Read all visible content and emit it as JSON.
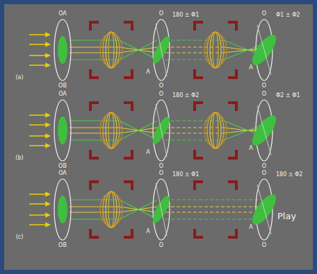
{
  "diagram": {
    "labels": [
      "OA",
      "OB",
      "O",
      "180 ± Φ1",
      "A",
      "O",
      "O",
      "Φ1 ± Φ2",
      "A",
      "O",
      "(a)",
      "OA",
      "OB",
      "O",
      "180 ± Φ2",
      "A",
      "O",
      "O",
      "Φ2 ± Φ1",
      "A",
      "O",
      "(b)",
      "OA",
      "OB",
      "O",
      "180 ± Φ1",
      "A",
      "O",
      "O",
      "180 ± Φ2",
      "A",
      "O",
      "(c)",
      "Play"
    ]
  }
}
